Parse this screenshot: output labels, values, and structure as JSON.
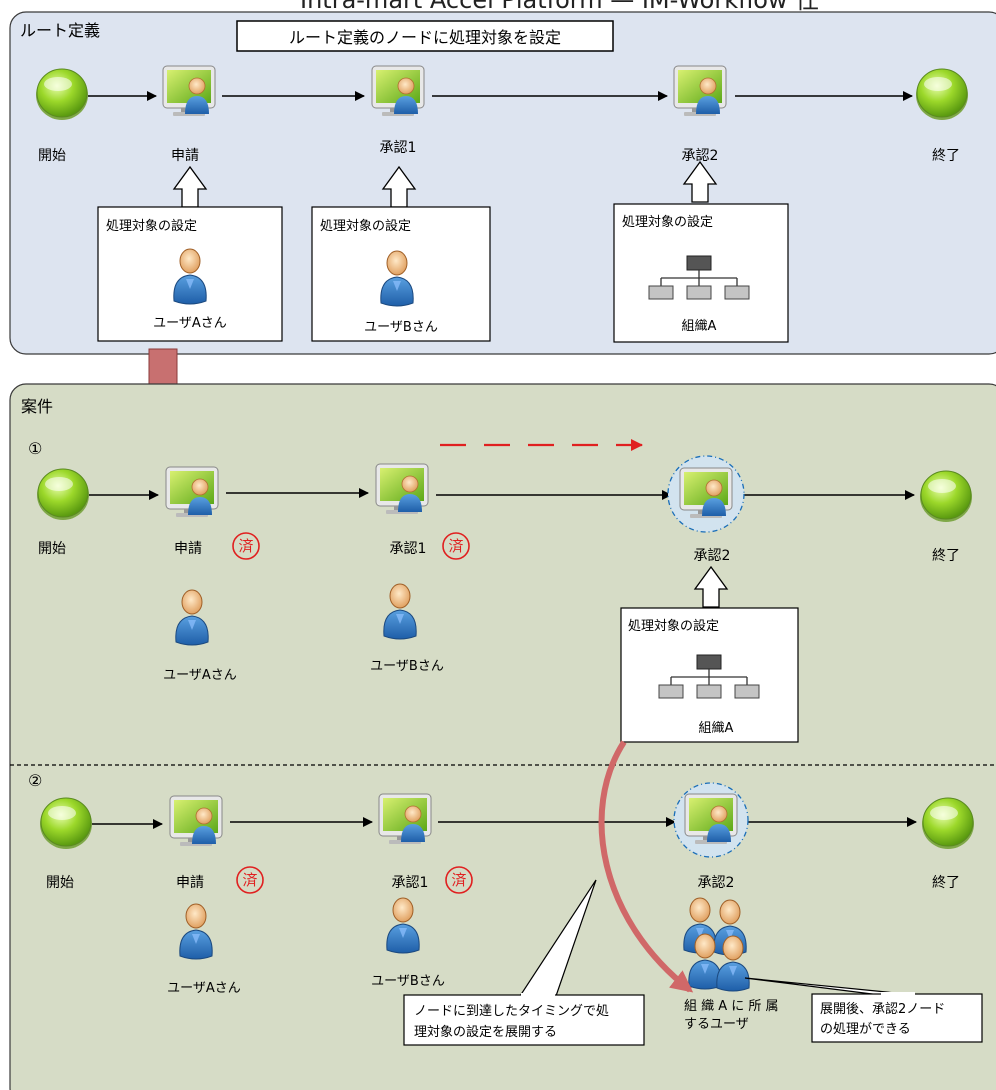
{
  "page_title": "Intra-mart Accel Platform — IM-Workflow 仕",
  "route_panel": {
    "label": "ルート定義",
    "banner": "ルート定義のノードに処理対象を設定",
    "nodes": {
      "start": "開始",
      "apply": "申請",
      "approve1": "承認1",
      "approve2": "承認2",
      "end": "終了"
    },
    "callouts": [
      {
        "title": "処理対象の設定",
        "caption": "ユーザAさん"
      },
      {
        "title": "処理対象の設定",
        "caption": "ユーザBさん"
      },
      {
        "title": "処理対象の設定",
        "caption": "組織A"
      }
    ]
  },
  "case_panel": {
    "label": "案件",
    "row1": {
      "marker": "①",
      "nodes": {
        "start": "開始",
        "apply": "申請",
        "approve1": "承認1",
        "approve2": "承認2",
        "end": "終了"
      },
      "stamp": "済",
      "users": [
        "ユーザAさん",
        "ユーザBさん"
      ],
      "callout": {
        "title": "処理対象の設定",
        "caption": "組織A"
      }
    },
    "row2": {
      "marker": "②",
      "nodes": {
        "start": "開始",
        "apply": "申請",
        "approve1": "承認1",
        "approve2": "承認2",
        "end": "終了"
      },
      "stamp": "済",
      "users": [
        "ユーザAさん",
        "ユーザBさん"
      ],
      "group_caption_line1": "組 織 A に 所 属",
      "group_caption_line2": "するユーザ",
      "note1_line1": "ノードに到達したタイミングで処",
      "note1_line2": "理対象の設定を展開する",
      "note2_line1": "展開後、承認2ノード",
      "note2_line2": "の処理ができる"
    }
  },
  "colors": {
    "route_bg": "#dde4f0",
    "case_bg": "#d6dcc6",
    "arrow_red": "#e02020",
    "big_arrow": "#c87070",
    "stamp": "#e02020"
  }
}
